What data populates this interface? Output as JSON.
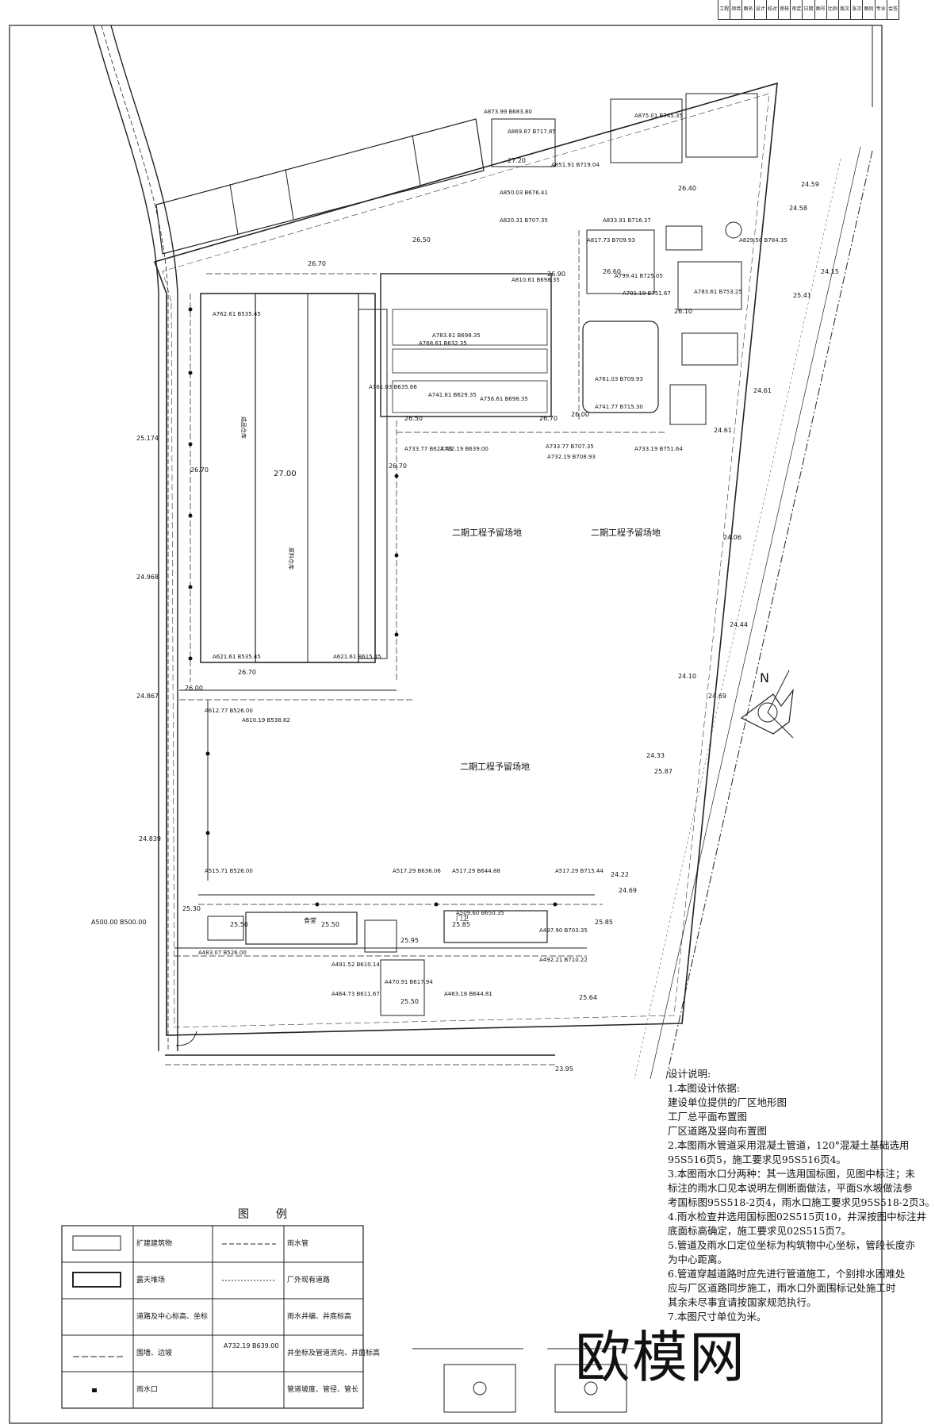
{
  "plan": {
    "north_label": "N",
    "reserve_label_1": "二期工程予留场地",
    "reserve_label_2": "二期工程予留场地",
    "reserve_label_3": "二期工程予留场地",
    "warehouse_label": "27.00",
    "finished_warehouse": "成品仓库",
    "raw_warehouse": "原料仓库",
    "elev_labels": [
      "26.70",
      "26.70",
      "26.70",
      "26.70",
      "26.50",
      "26.60",
      "26.90",
      "27.20",
      "25.50",
      "25.50",
      "25.95",
      "25.50",
      "26.00",
      "26.00",
      "25.30",
      "25.85",
      "26.10",
      "26.70",
      "26.40",
      "26.50"
    ],
    "coord_labels": [
      "A762.61 B535.45",
      "A621.61 B535.45",
      "A621.61 B615.45",
      "A610.19 B538.82",
      "A612.77 B526.00",
      "A515.71 B526.00",
      "A517.29 B636.06",
      "A517.29 B644.88",
      "A517.29 B715.44",
      "A509.60 B650.35",
      "A497.90 B703.35",
      "A492.21 B710.22",
      "A470.91 B617.94",
      "A463.16 B644.81",
      "A464.73 B611.67",
      "A491.52 B610.14",
      "A483.07 B526.00",
      "A733.77 B627.45",
      "A732.19 B639.00",
      "A733.77 B707.35",
      "A732.19 B708.93",
      "A733.19 B751.64",
      "A761.03 B709.93",
      "A741.77 B715.30",
      "A810.61 B698.35",
      "A783.61 B698.35",
      "A768.61 B632.35",
      "A756.61 B698.35",
      "A741.61 B629.35",
      "A761.03 B635.66",
      "A873.99 B683.80",
      "A869.87 B717.85",
      "A875.01 B745.35",
      "A851.91 B719.04",
      "A850.03 B676.41",
      "A833.91 B716.37",
      "A820.31 B707.35",
      "A817.73 B709.93",
      "A799.41 B725.05",
      "A791.19 B751.67",
      "A783.61 B753.25",
      "A829.50 B784.35"
    ],
    "side_elevs": [
      "25.174",
      "24.968",
      "24.867",
      "24.839",
      "24.59",
      "24.58",
      "24.15",
      "25.41",
      "24.61",
      "24.61",
      "24.06",
      "24.44",
      "24.10",
      "24.69",
      "24.33",
      "25.87",
      "24.22",
      "24.69",
      "25.85",
      "25.64",
      "23.95"
    ],
    "gate_label": "A500.00 B500.00",
    "canteen_label": "食堂",
    "office_label": "门卫"
  },
  "notes": {
    "lines": [
      "设计说明:",
      "1.本图设计依据:",
      "建设单位提供的厂区地形图",
      "工厂总平面布置图",
      "厂区道路及竖向布置图",
      "2.本图雨水管道采用混凝土管道，120°混凝土基础选用",
      "95S516页5，施工要求见95S516页4。",
      "3.本图雨水口分两种：其一选用国标图，见图中标注；未",
      "标注的雨水口见本说明左侧断面做法，平面S水坡做法参",
      "考国标图95S518-2页4，雨水口施工要求见95S518-2页3。",
      "4.雨水检查井选用国标图02S515页10，井深按图中标注井",
      "底面标高确定，施工要求见02S515页7。",
      "5.管道及雨水口定位坐标为构筑物中心坐标，管段长度亦",
      "为中心距离。",
      "6.管道穿越道路时应先进行管道施工，个别排水困难处",
      "应与厂区道路同步施工，雨水口外面围标记处施工时",
      "其余未尽事宜请按国家规范执行。",
      "7.本图尺寸单位为米。"
    ]
  },
  "legend": {
    "title": "图例",
    "rows": [
      {
        "left_label": "扩建建筑物",
        "right_label": "雨水管"
      },
      {
        "left_label": "露天堆场",
        "right_label": "厂外现有道路"
      },
      {
        "left_label": "道路及中心标高、坐标",
        "right_label": "雨水井编、井底标高"
      },
      {
        "left_label": "围墙、边坡",
        "right_label": "井坐标及管道流向、井面标高"
      },
      {
        "left_label": "雨水口",
        "right_label": "管道坡度、管径、管长"
      }
    ],
    "right_sample": "A732.19 B639.00"
  },
  "watermark": "欧模网",
  "titleblock": {
    "cells": [
      "工程",
      "项目",
      "图名",
      "设计",
      "校对",
      "审核",
      "审定",
      "日期",
      "图号",
      "比例",
      "版次",
      "张次",
      "图别",
      "专业",
      "会签"
    ]
  }
}
